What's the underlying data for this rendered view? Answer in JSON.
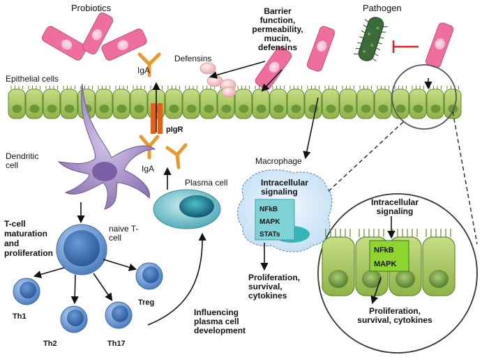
{
  "labels": {
    "probiotics": "Probiotics",
    "barrier": [
      "Barrier",
      "function,",
      "permeability,",
      "mucin,",
      "defensins"
    ],
    "pathogen": "Pathogen",
    "defensins": "Defensins",
    "iga_top": "IgA",
    "iga_bottom": "IgA",
    "epithelial_cells": "Epithelial cells",
    "pigr": "pIgR",
    "dendritic_cell": [
      "Dendritic",
      "cell"
    ],
    "macrophage": "Macrophage",
    "plasma_cell": "Plasma cell",
    "intracellular_signaling": [
      "Intracellular",
      "signaling"
    ],
    "signals": [
      "NFkB",
      "MAPK",
      "STATs"
    ],
    "tcell_maturation": [
      "T-cell",
      "maturation",
      "and",
      "proliferation"
    ],
    "naive_tcell": [
      "naive T-",
      "cell"
    ],
    "th1": "Th1",
    "th2": "Th2",
    "th17": "Th17",
    "treg": "Treg",
    "macrophage_outcome": [
      "Proliferation,",
      "survival,",
      "cytokines"
    ],
    "influencing": [
      "Influencing",
      "plasma cell",
      "development"
    ],
    "zoom_signaling": [
      "Intracellular",
      "signaling"
    ],
    "zoom_signals": [
      "NFkB",
      "MAPK"
    ],
    "zoom_outcome": [
      "Proliferation,",
      "survival, cytokines"
    ]
  },
  "colors": {
    "bacteria": "#ee6f9e",
    "epithelium": "#a5c35a",
    "nucleus": "#5f8a34",
    "immune_cell": "#4f7ec0",
    "dendritic": "#8a72b0",
    "defensin": "#f0b8b8",
    "antibody": "#e89a2e",
    "pathogen": "#3b6b3a",
    "inhibit": "#e02020",
    "signal_box": "#7fd3d6",
    "zoom_box": "#8fd430"
  }
}
